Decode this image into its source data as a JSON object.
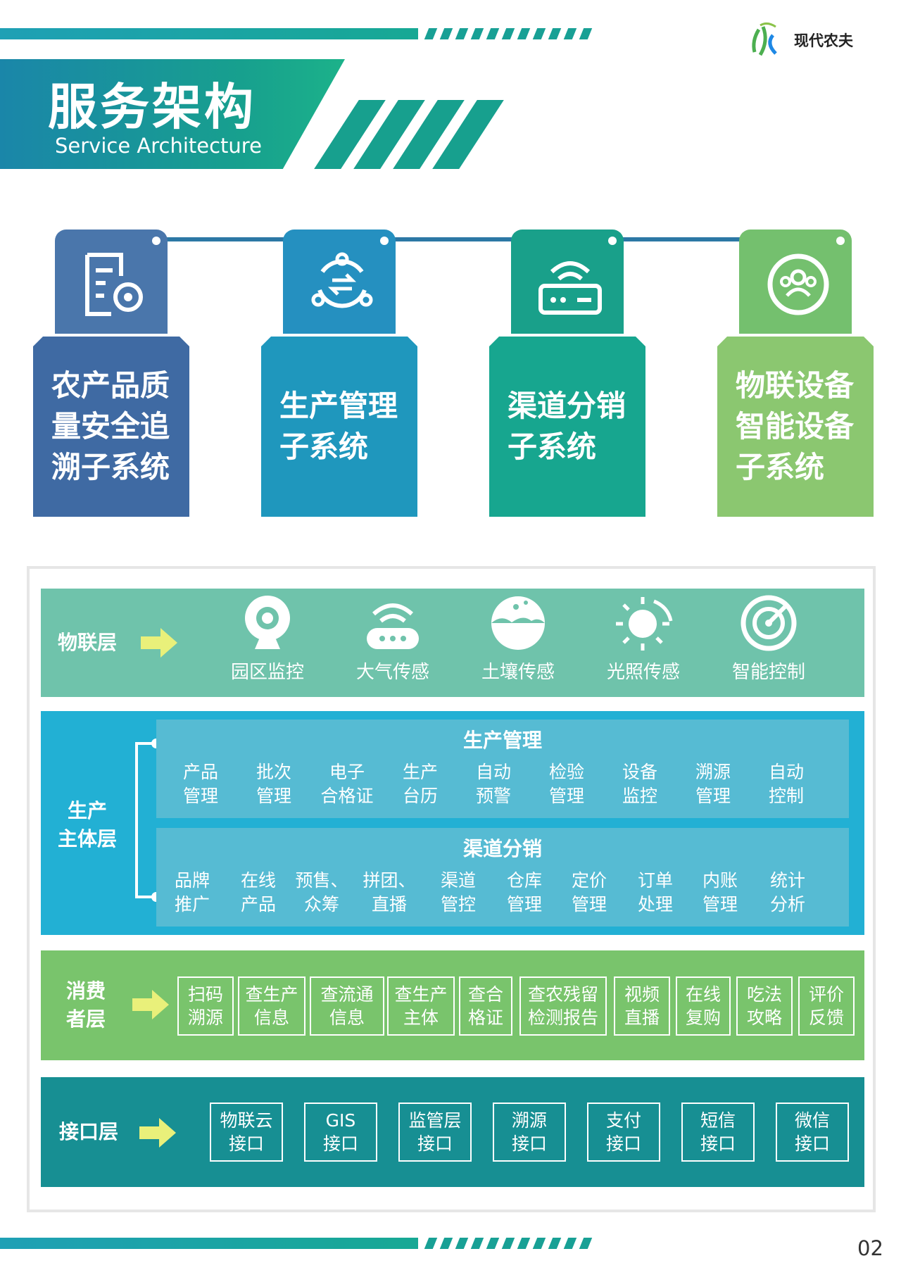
{
  "logo": {
    "text": "现代农夫",
    "colors": {
      "green": "#4caf50",
      "blue": "#1e88e5"
    }
  },
  "title": {
    "main": "服务架构",
    "sub": "Service Architecture"
  },
  "page_number": "02",
  "systems": [
    {
      "text": "农产品质\n量安全追\n溯子系统",
      "icon": "document-gear-icon",
      "top_color": "#4a76ab",
      "bottom_color": "#3f6aa3"
    },
    {
      "text": "生产管理\n子系统",
      "icon": "cycle-exchange-icon",
      "top_color": "#2590c0",
      "bottom_color": "#1f97bd"
    },
    {
      "text": "渠道分销\n子系统",
      "icon": "router-icon",
      "top_color": "#19a08a",
      "bottom_color": "#17a68f"
    },
    {
      "text": "物联设备\n智能设备\n子系统",
      "icon": "users-group-icon",
      "top_color": "#74c06e",
      "bottom_color": "#8bc770"
    }
  ],
  "layers": {
    "iot": {
      "label": "物联层",
      "color": "#6fc3ab",
      "items": [
        {
          "label": "园区监控",
          "icon": "camera-icon"
        },
        {
          "label": "大气传感",
          "icon": "wifi-router-icon"
        },
        {
          "label": "土壤传感",
          "icon": "soil-icon"
        },
        {
          "label": "光照传感",
          "icon": "sun-icon"
        },
        {
          "label": "智能控制",
          "icon": "dial-icon"
        }
      ]
    },
    "production": {
      "label": "生产\n主体层",
      "color": "#22b0d4",
      "management": {
        "title": "生产管理",
        "items": [
          "产品\n管理",
          "批次\n管理",
          "电子\n合格证",
          "生产\n台历",
          "自动\n预警",
          "检验\n管理",
          "设备\n监控",
          "溯源\n管理",
          "自动\n控制"
        ]
      },
      "distribution": {
        "title": "渠道分销",
        "items": [
          "品牌\n推广",
          "在线\n产品",
          "预售、\n众筹",
          "拼团、\n直播",
          "渠道\n管控",
          "仓库\n管理",
          "定价\n管理",
          "订单\n处理",
          "内账\n管理",
          "统计\n分析"
        ]
      }
    },
    "consumer": {
      "label": "消费\n者层",
      "color": "#79c46c",
      "items": [
        "扫码\n溯源",
        "查生产\n信息",
        "查流通\n信息",
        "查生产\n主体",
        "查合\n格证",
        "查农残留\n检测报告",
        "视频\n直播",
        "在线\n复购",
        "吃法\n攻略",
        "评价\n反馈"
      ]
    },
    "interface": {
      "label": "接口层",
      "color": "#178f93",
      "items": [
        "物联云\n接口",
        "GIS\n接口",
        "监管层\n接口",
        "溯源\n接口",
        "支付\n接口",
        "短信\n接口",
        "微信\n接口"
      ]
    }
  },
  "accent_arrow_color": "#e9f07a"
}
